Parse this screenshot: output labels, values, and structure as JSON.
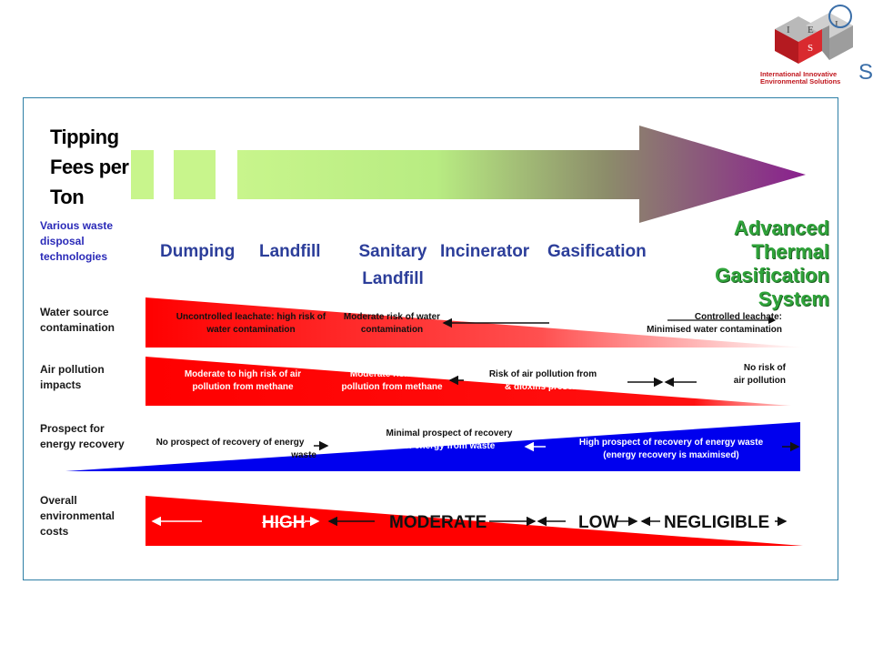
{
  "logo": {
    "letters": [
      "I",
      "I",
      "E",
      "S"
    ],
    "line1": "International Innovative",
    "line2": "Environmental Solutions",
    "trailing": "S"
  },
  "header": {
    "fees_lines": [
      "Tipping",
      "Fees per",
      "Ton"
    ]
  },
  "rows": {
    "technologies_label": [
      "Various waste",
      "disposal",
      "technologies"
    ],
    "water_label": [
      "Water source",
      "contamination"
    ],
    "air_label": [
      "Air pollution",
      "impacts"
    ],
    "energy_label": [
      "Prospect for",
      "energy recovery"
    ],
    "cost_label": [
      "Overall",
      "environmental",
      "costs"
    ]
  },
  "technologies": [
    "Dumping",
    "Landfill",
    "Sanitary Landfill",
    "Incinerator",
    "Gasification"
  ],
  "atgs_lines": [
    "Advanced",
    "Thermal",
    "Gasification",
    "System"
  ],
  "water": {
    "high_lines": [
      "Uncontrolled leachate: high risk of",
      "water contamination"
    ],
    "moderate_lines": [
      "Moderate risk of water",
      "contamination"
    ],
    "low_lines": [
      "Controlled leachate:",
      "Minimised water contamination"
    ]
  },
  "air": {
    "high_lines": [
      "Moderate to high risk of air",
      "pollution from methane"
    ],
    "moderate_lines": [
      "Moderate risk of air",
      "pollution from methane"
    ],
    "low_lines": [
      "Risk of air pollution from",
      "& dioxins present"
    ],
    "none_lines": [
      "No risk of",
      "air pollution"
    ]
  },
  "energy": {
    "none_lines": [
      "No prospect of recovery of energy",
      "waste"
    ],
    "minimal_lines": [
      "Minimal prospect of recovery",
      "of energy from waste"
    ],
    "high_lines": [
      "High prospect of recovery of energy waste",
      "(energy recovery is maximised)"
    ]
  },
  "costs": {
    "high": "HIGH",
    "moderate": "MODERATE",
    "low": "LOW",
    "negligible": "NEGLIGIBLE"
  },
  "colors": {
    "arrow_start": "#c8f58c",
    "arrow_end": "#8a1f8f",
    "red": "#ff0000",
    "blue": "#0000ee",
    "title_blue": "#2c3e9a",
    "atgs_green": "#2fa33a",
    "frame": "#2e7fa6",
    "logo_red": "#c0161d"
  }
}
